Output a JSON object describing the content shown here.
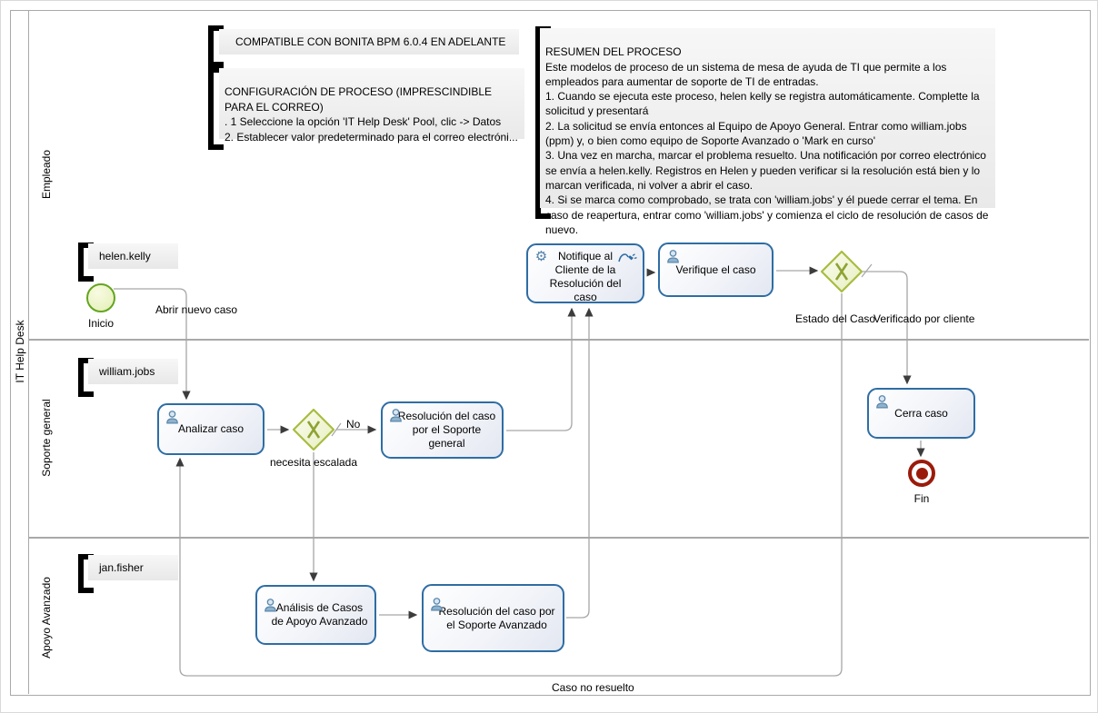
{
  "pool": {
    "label": "IT Help Desk",
    "lanes": [
      {
        "label": "Empleado"
      },
      {
        "label": "Soporte general"
      },
      {
        "label": "Apoyo Avanzado"
      }
    ]
  },
  "annotations": {
    "compatible": "COMPATIBLE CON BONITA BPM 6.0.4 EN ADELANTE",
    "config_lines": [
      "CONFIGURACIÓN DE PROCESO (IMPRESCINDIBLE PARA EL CORREO)",
      ". 1 Seleccione la opción 'IT Help Desk' Pool, clic -> Datos",
      "2. Establecer valor predeterminado para el correo electróni..."
    ],
    "resumen_lines": [
      "RESUMEN DEL PROCESO",
      "Este modelos de proceso de un sistema de mesa de ayuda de TI que permite a los empleados para aumentar de soporte de TI de entradas.",
      "1. Cuando se ejecuta este proceso, helen kelly se registra automáticamente. Complette la solicitud y presentará",
      "2. La solicitud se envía entonces al Equipo de Apoyo General. Entrar como william.jobs (ppm) y, o bien como equipo de Soporte Avanzado o 'Mark en curso'",
      "3. Una vez en marcha, marcar el problema resuelto. Una notificación por correo electrónico se envía a helen.kelly. Registros en Helen y pueden verificar si la resolución está bien y lo marcan verificada, ni volver a abrir el caso.",
      "4. Si se marca como comprobado, se trata con 'william.jobs' y él puede cerrar el tema. En caso de reapertura, entrar como 'william.jobs' y comienza el ciclo de resolución de casos de nuevo."
    ],
    "actors": {
      "employee": "helen.kelly",
      "general": "william.jobs",
      "advanced": "jan.fisher"
    }
  },
  "events": {
    "start": "Inicio",
    "end": "Fin"
  },
  "tasks": {
    "analizar": "Analizar caso",
    "resolucion_general": "Resolución del caso por el Soporte general",
    "notifique": "Notifique al Cliente de la Resolución del caso",
    "verifique": "Verifique el caso",
    "cerrar": "Cerra caso",
    "analisis_avanzado": "Análisis de Casos de Apoyo Avanzado",
    "resolucion_avanzado": "Resolución del caso por el Soporte Avanzado"
  },
  "gateways": {
    "escalada_label": "necesita escalada",
    "estado_label": "Estado del Caso"
  },
  "flow_labels": {
    "abrir": "Abrir nuevo caso",
    "no": "No",
    "verificado": "Verificado por cliente",
    "no_resuelto": "Caso no resuelto"
  },
  "colors": {
    "task_border": "#2e6da4",
    "gateway_border": "#a9bc41",
    "start_border": "#64a51f",
    "end_event": "#9b1b0b",
    "flow_line": "#a6a6a6",
    "lane_border": "#a9a9a9",
    "annotation_bg": "#efefef"
  }
}
